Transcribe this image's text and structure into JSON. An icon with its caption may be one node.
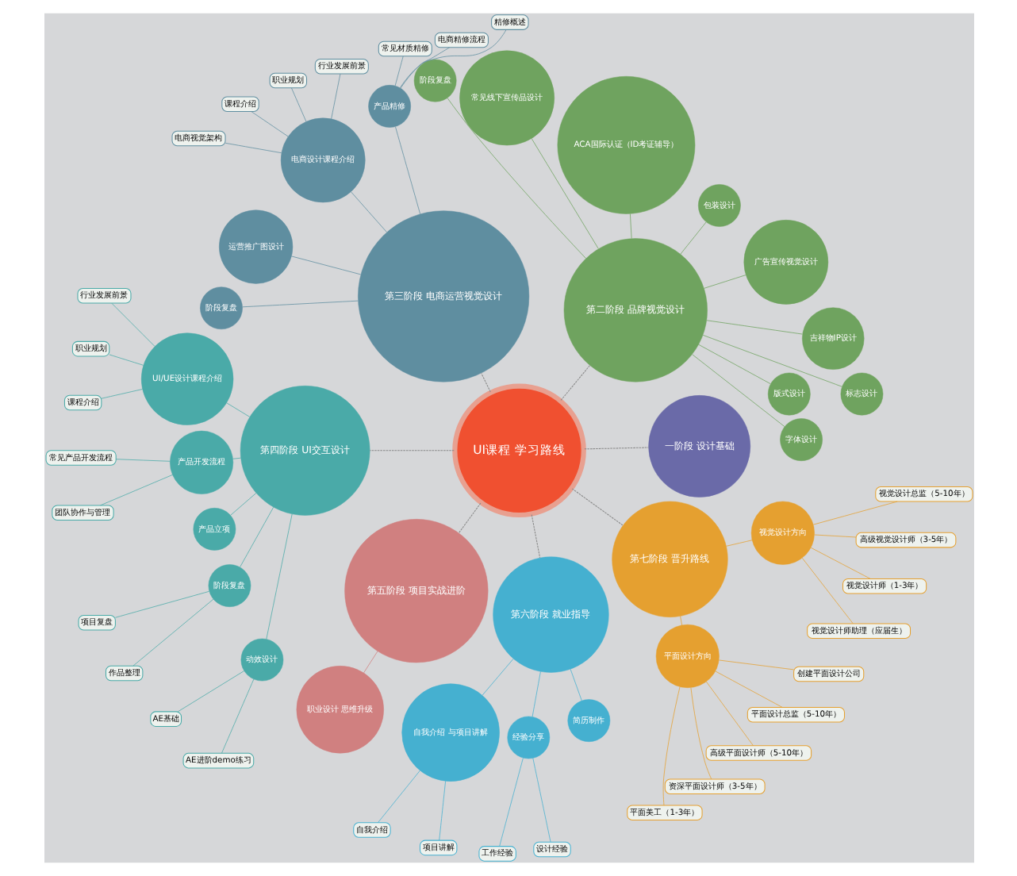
{
  "diagram": {
    "nodes": [
      {
        "text": [
          "UI课程 学习路线"
        ]
      },
      {
        "text": [
          "一阶段 设计基础"
        ]
      },
      {
        "text": [
          "第二阶段 品牌视觉设计"
        ]
      },
      {
        "text": [
          "字体设计"
        ]
      },
      {
        "text": [
          "版式设计"
        ]
      },
      {
        "text": [
          "标志设计"
        ]
      },
      {
        "text": [
          "吉祥物IP设计"
        ]
      },
      {
        "text": [
          "广告宣传视觉设计"
        ]
      },
      {
        "text": [
          "包装设计"
        ]
      },
      {
        "text": [
          "ACA国际认证（ID考证辅导）"
        ]
      },
      {
        "text": [
          "常见线下宣传品设计"
        ]
      },
      {
        "text": [
          "阶段复盘"
        ]
      },
      {
        "text": [
          "第三阶段 电商运营视觉设计"
        ]
      },
      {
        "text": [
          "产品精修"
        ]
      },
      {
        "text": [
          "精修概述"
        ]
      },
      {
        "text": [
          "电商精修流程"
        ]
      },
      {
        "text": [
          "常见材质精修"
        ]
      },
      {
        "text": [
          "电商设计课程介绍"
        ]
      },
      {
        "text": [
          "行业发展前景"
        ]
      },
      {
        "text": [
          "职业规划"
        ]
      },
      {
        "text": [
          "课程介绍"
        ]
      },
      {
        "text": [
          "电商视觉架构"
        ]
      },
      {
        "text": [
          "运营推广图设计"
        ]
      },
      {
        "text": [
          "阶段复盘"
        ]
      },
      {
        "text": [
          "第四阶段 UI交互设计"
        ]
      },
      {
        "text": [
          "UI/UE设计课程介绍"
        ]
      },
      {
        "text": [
          "行业发展前景"
        ]
      },
      {
        "text": [
          "职业规划"
        ]
      },
      {
        "text": [
          "课程介绍"
        ]
      },
      {
        "text": [
          "产品开发流程"
        ]
      },
      {
        "text": [
          "常见产品开发流程"
        ]
      },
      {
        "text": [
          "团队协作与管理"
        ]
      },
      {
        "text": [
          "产品立项"
        ]
      },
      {
        "text": [
          "阶段复盘"
        ]
      },
      {
        "text": [
          "项目复盘"
        ]
      },
      {
        "text": [
          "作品整理"
        ]
      },
      {
        "text": [
          "动效设计"
        ]
      },
      {
        "text": [
          "AE基础"
        ]
      },
      {
        "text": [
          "AE进阶demo练习"
        ]
      },
      {
        "text": [
          "第五阶段 项目实战进阶"
        ]
      },
      {
        "text": [
          "职业设计 思维升级"
        ]
      },
      {
        "text": [
          "第六阶段 就业指导"
        ]
      },
      {
        "text": [
          "自我介绍 与项目讲解"
        ]
      },
      {
        "text": [
          "自我介绍"
        ]
      },
      {
        "text": [
          "项目讲解"
        ]
      },
      {
        "text": [
          "经验分享"
        ]
      },
      {
        "text": [
          "工作经验"
        ]
      },
      {
        "text": [
          "设计经验"
        ]
      },
      {
        "text": [
          "简历制作"
        ]
      },
      {
        "text": [
          "第七阶段 晋升路线"
        ]
      },
      {
        "text": [
          "平面设计方向"
        ]
      },
      {
        "text": [
          "平面美工（1-3年）"
        ]
      },
      {
        "text": [
          "资深平面设计师（3-5年）"
        ]
      },
      {
        "text": [
          "高级平面设计师（5-10年）"
        ]
      },
      {
        "text": [
          "平面设计总监（5-10年）"
        ]
      },
      {
        "text": [
          "创建平面设计公司"
        ]
      },
      {
        "text": [
          "视觉设计方向"
        ]
      },
      {
        "text": [
          "视觉设计师助理（应届生）"
        ]
      },
      {
        "text": [
          "视觉设计师（1-3年）"
        ]
      },
      {
        "text": [
          "高级视觉设计师（3-5年）"
        ]
      },
      {
        "text": [
          "视觉设计总监（5-10年）"
        ]
      }
    ],
    "edges": [
      {
        "from": 0,
        "to": 1,
        "arrow": "none",
        "style": "dashed",
        "color": "#888888"
      },
      {
        "from": 0,
        "to": 2,
        "arrow": "none",
        "style": "dashed",
        "color": "#888888"
      },
      {
        "from": 0,
        "to": 12,
        "arrow": "none",
        "style": "dashed",
        "color": "#888888"
      },
      {
        "from": 0,
        "to": 24,
        "arrow": "none",
        "style": "dashed",
        "color": "#888888"
      },
      {
        "from": 0,
        "to": 39,
        "arrow": "none",
        "style": "dashed",
        "color": "#888888"
      },
      {
        "from": 0,
        "to": 41,
        "arrow": "none",
        "style": "dashed",
        "color": "#888888"
      },
      {
        "from": 0,
        "to": 49,
        "arrow": "none",
        "style": "dashed",
        "color": "#888888"
      },
      {
        "from": 2,
        "to": 3,
        "arrow": "none",
        "color": "#6fa35f"
      },
      {
        "from": 2,
        "to": 4,
        "arrow": "none",
        "color": "#6fa35f"
      },
      {
        "from": 2,
        "to": 5,
        "arrow": "none",
        "color": "#6fa35f"
      },
      {
        "from": 2,
        "to": 6,
        "arrow": "none",
        "color": "#6fa35f"
      },
      {
        "from": 2,
        "to": 7,
        "arrow": "none",
        "color": "#6fa35f"
      },
      {
        "from": 2,
        "to": 8,
        "arrow": "none",
        "color": "#6fa35f"
      },
      {
        "from": 2,
        "to": 9,
        "arrow": "none",
        "color": "#6fa35f"
      },
      {
        "from": 2,
        "to": 10,
        "arrow": "none",
        "color": "#6fa35f"
      },
      {
        "from": 2,
        "to": 11,
        "arrow": "none",
        "color": "#6fa35f"
      },
      {
        "from": 12,
        "to": 13,
        "arrow": "none",
        "color": "#5f8ea0"
      },
      {
        "from": 13,
        "to": 14,
        "arrow": "none",
        "color": "#5f8ea0"
      },
      {
        "from": 13,
        "to": 15,
        "arrow": "none",
        "color": "#5f8ea0"
      },
      {
        "from": 13,
        "to": 16,
        "arrow": "none",
        "color": "#5f8ea0"
      },
      {
        "from": 12,
        "to": 17,
        "arrow": "none",
        "color": "#5f8ea0"
      },
      {
        "from": 17,
        "to": 18,
        "arrow": "none",
        "color": "#5f8ea0"
      },
      {
        "from": 17,
        "to": 19,
        "arrow": "none",
        "color": "#5f8ea0"
      },
      {
        "from": 17,
        "to": 20,
        "arrow": "none",
        "color": "#5f8ea0"
      },
      {
        "from": 17,
        "to": 21,
        "arrow": "none",
        "color": "#5f8ea0"
      },
      {
        "from": 12,
        "to": 22,
        "arrow": "none",
        "color": "#5f8ea0"
      },
      {
        "from": 12,
        "to": 23,
        "arrow": "none",
        "color": "#5f8ea0"
      },
      {
        "from": 24,
        "to": 25,
        "arrow": "none",
        "color": "#4aaaa8"
      },
      {
        "from": 25,
        "to": 26,
        "arrow": "none",
        "color": "#4aaaa8"
      },
      {
        "from": 25,
        "to": 27,
        "arrow": "none",
        "color": "#4aaaa8"
      },
      {
        "from": 25,
        "to": 28,
        "arrow": "none",
        "color": "#4aaaa8"
      },
      {
        "from": 24,
        "to": 29,
        "arrow": "none",
        "color": "#4aaaa8"
      },
      {
        "from": 29,
        "to": 30,
        "arrow": "none",
        "color": "#4aaaa8"
      },
      {
        "from": 29,
        "to": 31,
        "arrow": "none",
        "color": "#4aaaa8"
      },
      {
        "from": 24,
        "to": 32,
        "arrow": "none",
        "color": "#4aaaa8"
      },
      {
        "from": 24,
        "to": 33,
        "arrow": "none",
        "color": "#4aaaa8"
      },
      {
        "from": 33,
        "to": 34,
        "arrow": "none",
        "color": "#4aaaa8"
      },
      {
        "from": 33,
        "to": 35,
        "arrow": "none",
        "color": "#4aaaa8"
      },
      {
        "from": 24,
        "to": 36,
        "arrow": "none",
        "color": "#4aaaa8"
      },
      {
        "from": 36,
        "to": 37,
        "arrow": "none",
        "color": "#4aaaa8"
      },
      {
        "from": 36,
        "to": 38,
        "arrow": "none",
        "color": "#4aaaa8"
      },
      {
        "from": 39,
        "to": 40,
        "arrow": "none",
        "color": "#d08080"
      },
      {
        "from": 41,
        "to": 42,
        "arrow": "none",
        "color": "#45b0d0"
      },
      {
        "from": 42,
        "to": 43,
        "arrow": "none",
        "color": "#45b0d0"
      },
      {
        "from": 42,
        "to": 44,
        "arrow": "none",
        "color": "#45b0d0"
      },
      {
        "from": 41,
        "to": 45,
        "arrow": "none",
        "color": "#45b0d0"
      },
      {
        "from": 45,
        "to": 46,
        "arrow": "none",
        "color": "#45b0d0"
      },
      {
        "from": 45,
        "to": 47,
        "arrow": "none",
        "color": "#45b0d0"
      },
      {
        "from": 41,
        "to": 48,
        "arrow": "none",
        "color": "#45b0d0"
      },
      {
        "from": 49,
        "to": 50,
        "arrow": "none",
        "color": "#e5a030"
      },
      {
        "from": 50,
        "to": 51,
        "arrow": "none",
        "color": "#e5a030"
      },
      {
        "from": 50,
        "to": 52,
        "arrow": "none",
        "color": "#e5a030"
      },
      {
        "from": 50,
        "to": 53,
        "arrow": "none",
        "color": "#e5a030"
      },
      {
        "from": 50,
        "to": 54,
        "arrow": "none",
        "color": "#e5a030"
      },
      {
        "from": 50,
        "to": 55,
        "arrow": "none",
        "color": "#e5a030"
      },
      {
        "from": 49,
        "to": 56,
        "arrow": "none",
        "color": "#e5a030"
      },
      {
        "from": 56,
        "to": 57,
        "arrow": "none",
        "color": "#e5a030"
      },
      {
        "from": 56,
        "to": 58,
        "arrow": "none",
        "color": "#e5a030"
      },
      {
        "from": 56,
        "to": 59,
        "arrow": "none",
        "color": "#e5a030"
      },
      {
        "from": 56,
        "to": 60,
        "arrow": "none",
        "color": "#e5a030"
      }
    ]
  }
}
